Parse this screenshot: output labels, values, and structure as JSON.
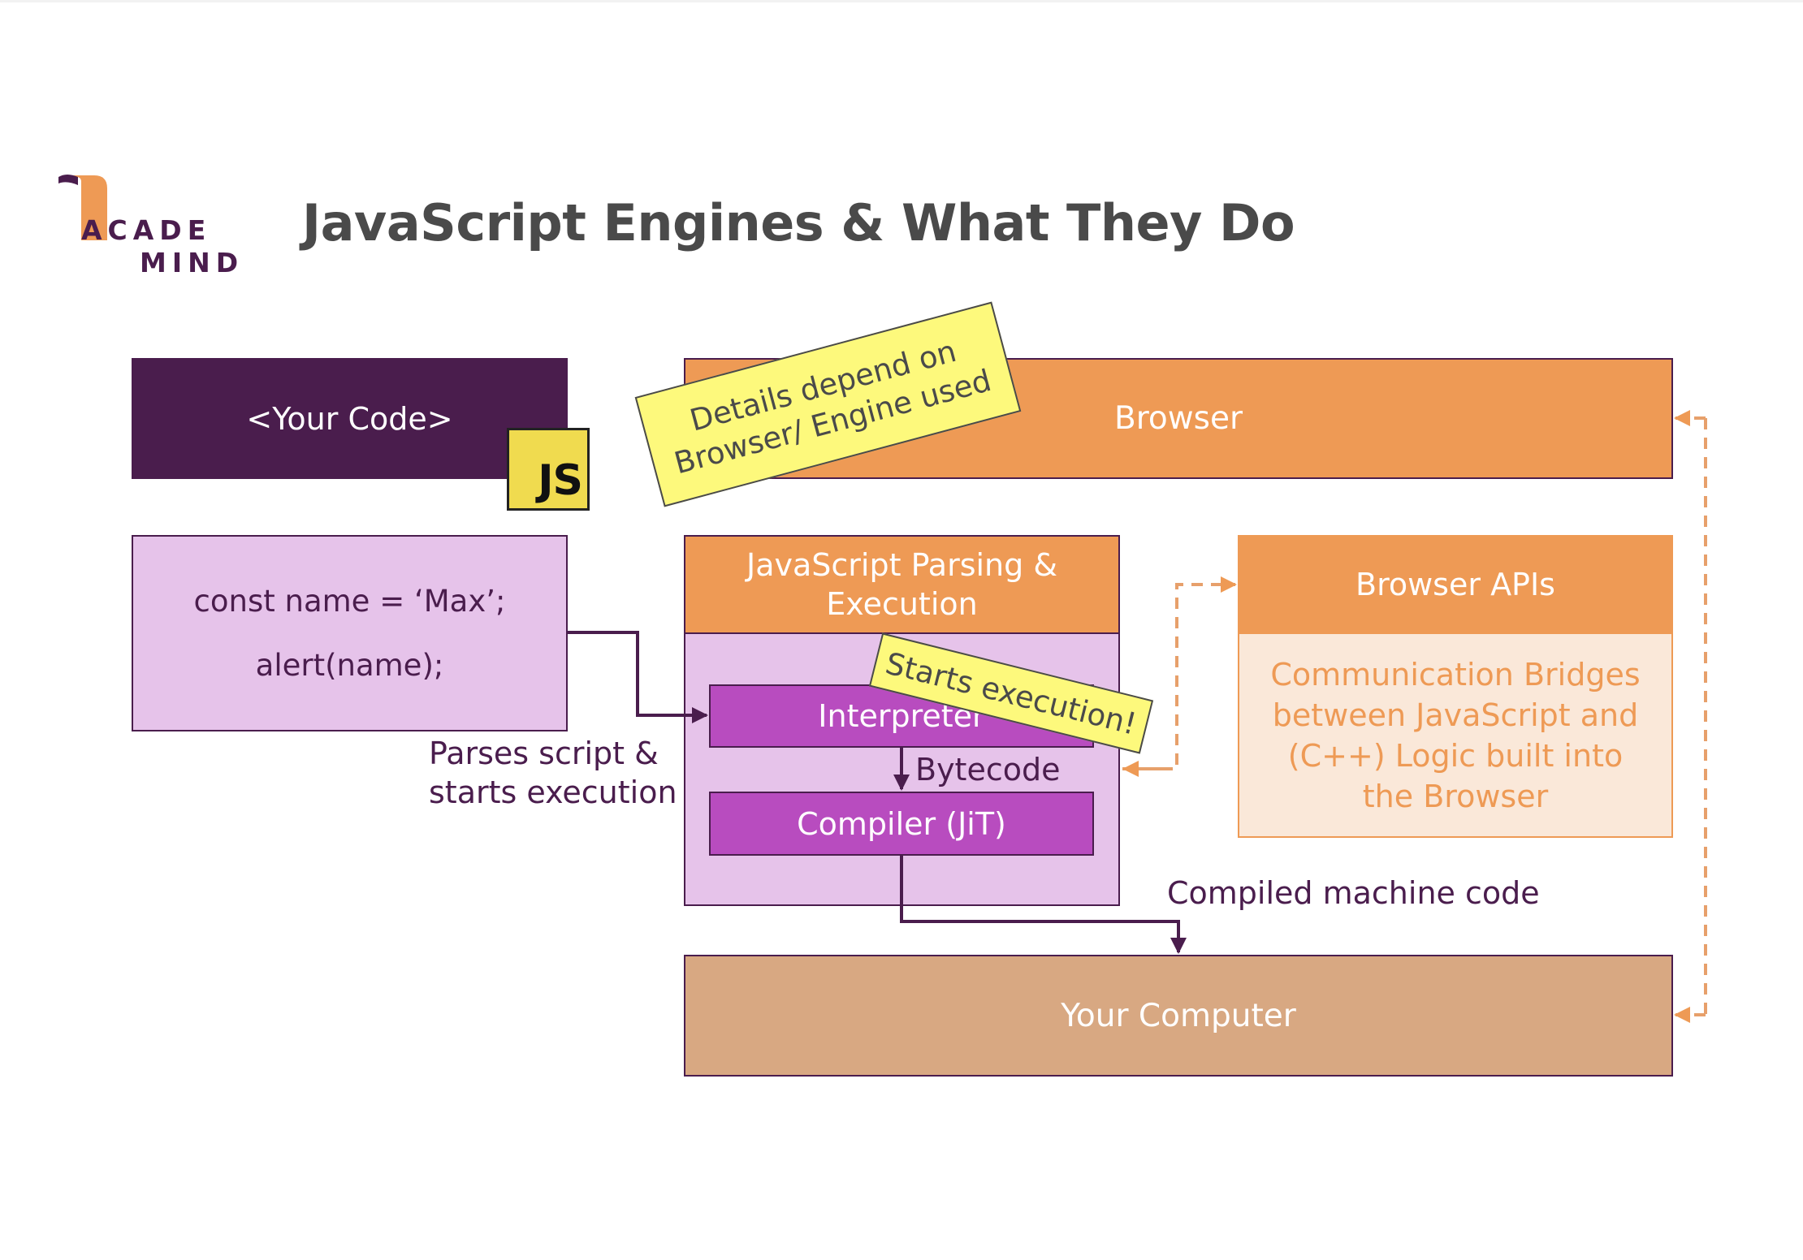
{
  "logo": {
    "line1": "ACADE",
    "line2": "MIND"
  },
  "title": "JavaScript Engines & What They Do",
  "your_code": "<Your Code>",
  "js_badge": "JS",
  "code_lines": [
    "const name = ‘Max’;",
    "alert(name);"
  ],
  "browser": "Browser",
  "sticky_details": "Details depend on Browser/ Engine used",
  "engine_header": "JavaScript Parsing & Execution",
  "interpreter": "Interpreter",
  "sticky_starts": "Starts execution!",
  "bytecode": "Bytecode",
  "compiler": "Compiler (JiT)",
  "parses_label": [
    "Parses script &",
    "starts execution"
  ],
  "browser_apis": {
    "title": "Browser APIs",
    "body": "Communication Bridges between JavaScript and (C++) Logic built into the Browser"
  },
  "compiled_label": "Compiled machine code",
  "your_computer": "Your Computer",
  "colors": {
    "purple_dark": "#4a1d4d",
    "purple_light": "#e6c3ea",
    "purple_mid": "#b84cbf",
    "orange": "#ee9a55",
    "orange_light": "#fae8d9",
    "tan": "#d8a882",
    "sticky_yellow": "#fdf97c",
    "js_yellow": "#f0db4f",
    "title_gray": "#4a4a4a"
  }
}
